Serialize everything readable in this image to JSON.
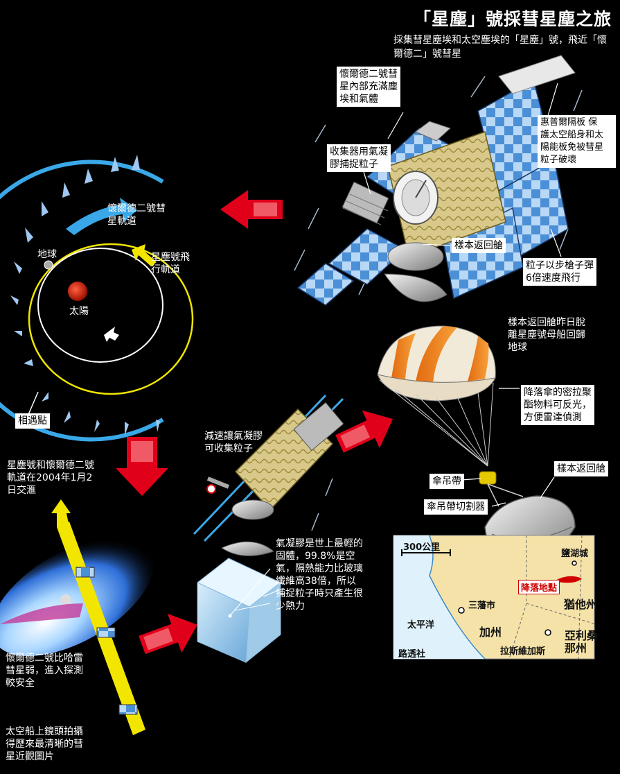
{
  "header": {
    "title": "「星塵」號採彗星塵之旅",
    "subtitle": "採集彗星塵埃和太空塵埃的「星塵」號，飛近「懷爾德二」號彗星"
  },
  "callouts": {
    "comet_interior": "懷爾德二號彗\n星內部充滿塵\n埃和氣體",
    "collector": "收集器用氣凝\n膠捕捉粒子",
    "whipple": "惠普爾隔板 保\n護太空船身和太\n陽能板免被彗星\n粒子破壞",
    "capsule_top": "樣本返回艙",
    "particle_speed": "粒子以步槍子彈\n6倍速度飛行",
    "capsule_return": "樣本返回艙昨日脫\n離星塵號母船回歸\n地球",
    "parachute_material": "降落傘的密拉聚\n酯物料可反光，\n方便雷達偵測",
    "strap": "傘吊帶",
    "strap_cutter": "傘吊帶切割器",
    "capsule_bottom": "樣本返回艙",
    "aerogel_slow": "減速讓氣凝膠\n可收集粒子",
    "aerogel_fact": "氣凝膠是世上最輕的\n固體，99.8%是空\n氣，隔熱能力比玻璃\n纖維高38倍，所以\n捕捉粒子時只產生很\n少熱力",
    "meeting_date": "星塵號和懷爾德二號\n軌道在2004年1月2\n日交滙",
    "comet_weak": "懷爾德二號比哈雷\n彗星弱，進入探測\n較安全",
    "camera": "太空船上鏡頭拍攝\n得歷來最清晰的彗\n星近觀圖片"
  },
  "orbit": {
    "comet_orbit": "懷爾德二號彗\n星軌道",
    "stardust_orbit": "星塵號飛\n行軌道",
    "earth": "地球",
    "sun": "太陽",
    "meeting_point": "相遇點"
  },
  "map": {
    "scale": "300公里",
    "salt_lake": "鹽湖城",
    "landing": "降落地點",
    "utah": "猶他州",
    "sacramento": "三藩市",
    "pacific": "太平洋",
    "california": "加州",
    "las_vegas": "拉斯維加斯",
    "arizona": "亞利桑\n那州",
    "credit": "路透社"
  },
  "colors": {
    "background": "#000000",
    "orbit_yellow": "#f2e600",
    "orbit_blue": "#3aa8e8",
    "arrow_red": "#e0001a",
    "map_land": "#f4e2a8",
    "landing_red": "#d10000"
  }
}
